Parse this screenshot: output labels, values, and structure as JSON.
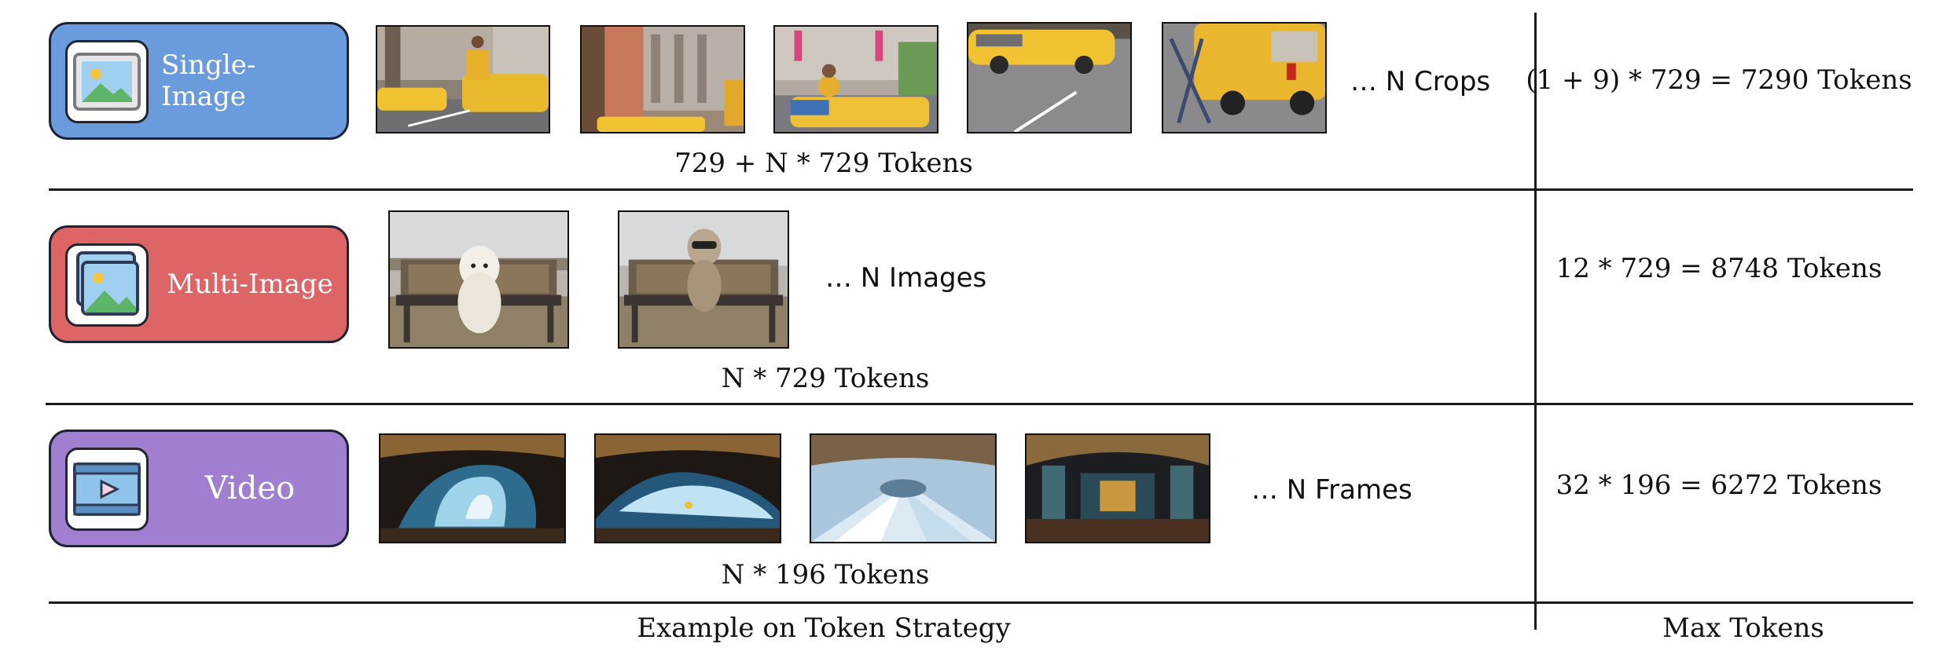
{
  "rows": [
    {
      "label": "Single-Image",
      "icon": "image-icon",
      "color": "#6a9bdc",
      "more_text": "… N Crops",
      "tokens_text": "729 + N * 729 Tokens",
      "max_tokens": "(1 + 9) * 729 = 7290 Tokens"
    },
    {
      "label": "Multi-Image",
      "icon": "multi-image-icon",
      "color": "#dd6565",
      "more_text": "… N Images",
      "tokens_text": "N * 729 Tokens",
      "max_tokens": "12 * 729 = 8748 Tokens"
    },
    {
      "label": "Video",
      "icon": "video-icon",
      "color": "#a07ed0",
      "more_text": "… N Frames",
      "tokens_text": "N * 196 Tokens",
      "max_tokens": "32 * 196 = 6272 Tokens"
    }
  ],
  "footer": {
    "left_caption": "Example on Token Strategy",
    "right_caption": "Max Tokens"
  }
}
